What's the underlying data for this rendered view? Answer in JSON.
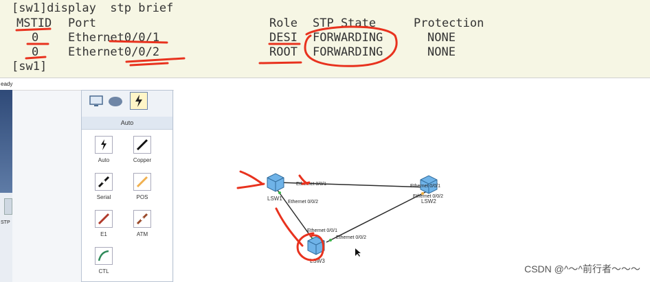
{
  "terminal": {
    "command_line": "[sw1]display  stp brief",
    "headers": {
      "mstid": "MSTID",
      "port": "Port",
      "role": "Role",
      "state": "STP State",
      "protection": "Protection"
    },
    "rows": [
      {
        "mstid": "0",
        "port": "Ethernet0/0/1",
        "role": "DESI",
        "state": "FORWARDING",
        "protection": "NONE"
      },
      {
        "mstid": "0",
        "port": "Ethernet0/0/2",
        "role": "ROOT",
        "state": "FORWARDING",
        "protection": "NONE"
      }
    ],
    "prompt": "[sw1]"
  },
  "status_bar": {
    "text": "eady"
  },
  "left_strip": {
    "label": "STP"
  },
  "palette": {
    "mode_label": "Auto",
    "items": [
      {
        "label": "Auto",
        "icon": "auto-link-icon"
      },
      {
        "label": "Copper",
        "icon": "copper-cable-icon"
      },
      {
        "label": "Serial",
        "icon": "serial-cable-icon"
      },
      {
        "label": "POS",
        "icon": "pos-cable-icon"
      },
      {
        "label": "E1",
        "icon": "e1-cable-icon"
      },
      {
        "label": "ATM",
        "icon": "atm-cable-icon"
      },
      {
        "label": "CTL",
        "icon": "ctl-cable-icon"
      }
    ]
  },
  "topology": {
    "devices": [
      {
        "name": "LSW1"
      },
      {
        "name": "LSW2"
      },
      {
        "name": "LSW3"
      }
    ],
    "ports": {
      "lsw1_p1": "Ethernet 0/0/1",
      "lsw1_p2": "Ethernet 0/0/2",
      "lsw2_p1": "Ethernet 0/0/1",
      "lsw2_p2": "Ethernet 0/0/2",
      "lsw3_p1": "Ethernet 0/0/1",
      "lsw3_p2": "Ethernet 0/0/2"
    }
  },
  "watermark": "CSDN @^～^前行者～～～",
  "colors": {
    "annotation": "#e8321e",
    "terminal_bg": "#f6f6e4",
    "link": "#2b2b2b",
    "switch": "#4a90c8"
  }
}
